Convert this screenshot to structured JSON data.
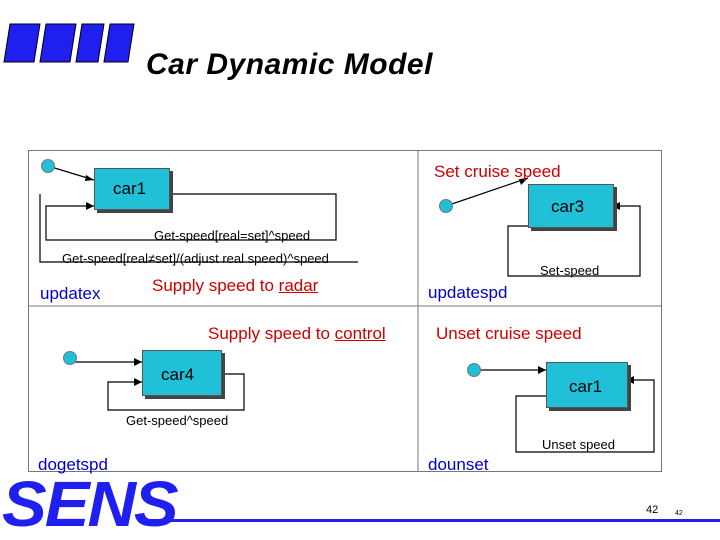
{
  "title": "Car Dynamic Model",
  "brand": "SENS",
  "page_number": "42",
  "page_number_faint": "42",
  "diagram": {
    "q1": {
      "state": "car1",
      "transition_self": "Get-speed[real=set]^speed",
      "transition_adjust": "Get-speed[real≠set]/(adjust real speed)^speed",
      "region": "updatex",
      "supply_prefix": "Supply speed to ",
      "supply_target": "radar"
    },
    "q2": {
      "event": "Set cruise speed",
      "state": "car3",
      "transition_self": "Set-speed",
      "region": "updatespd"
    },
    "q3": {
      "supply_prefix": "Supply speed to ",
      "supply_target": "control",
      "state": "car4",
      "transition_self": "Get-speed^speed",
      "region": "dogetspd"
    },
    "q4": {
      "event": "Unset cruise speed",
      "state": "car1",
      "transition_self": "Unset speed",
      "region": "dounset"
    }
  },
  "colors": {
    "state_fill": "#20c0d8",
    "brand": "#1f1ff0",
    "event_text": "#cc0000",
    "region_text": "#0000cc"
  }
}
